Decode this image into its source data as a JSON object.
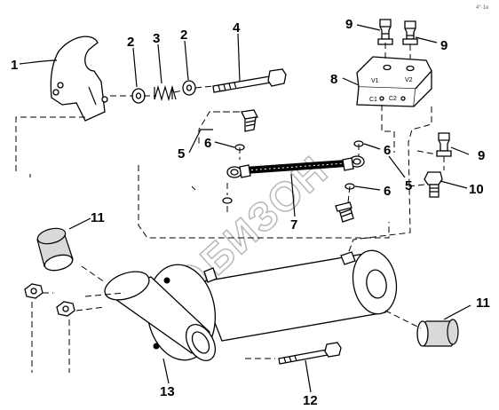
{
  "callouts": {
    "c1": "1",
    "c2a": "2",
    "c3": "3",
    "c2b": "2",
    "c4": "4",
    "c9a": "9",
    "c9b": "9",
    "c8": "8",
    "c5a": "5",
    "c6a": "6",
    "c6b": "6",
    "c6c": "6",
    "c5b": "5",
    "c9c": "9",
    "c10": "10",
    "c7": "7",
    "c11a": "11",
    "c11b": "11",
    "c13": "13",
    "c12": "12"
  },
  "valve_block_markings": {
    "v1": "V1",
    "v2": "V2",
    "c1": "C1",
    "c2": "C2"
  },
  "watermark": "БИЗОН",
  "corner_mark": "4°·1е"
}
